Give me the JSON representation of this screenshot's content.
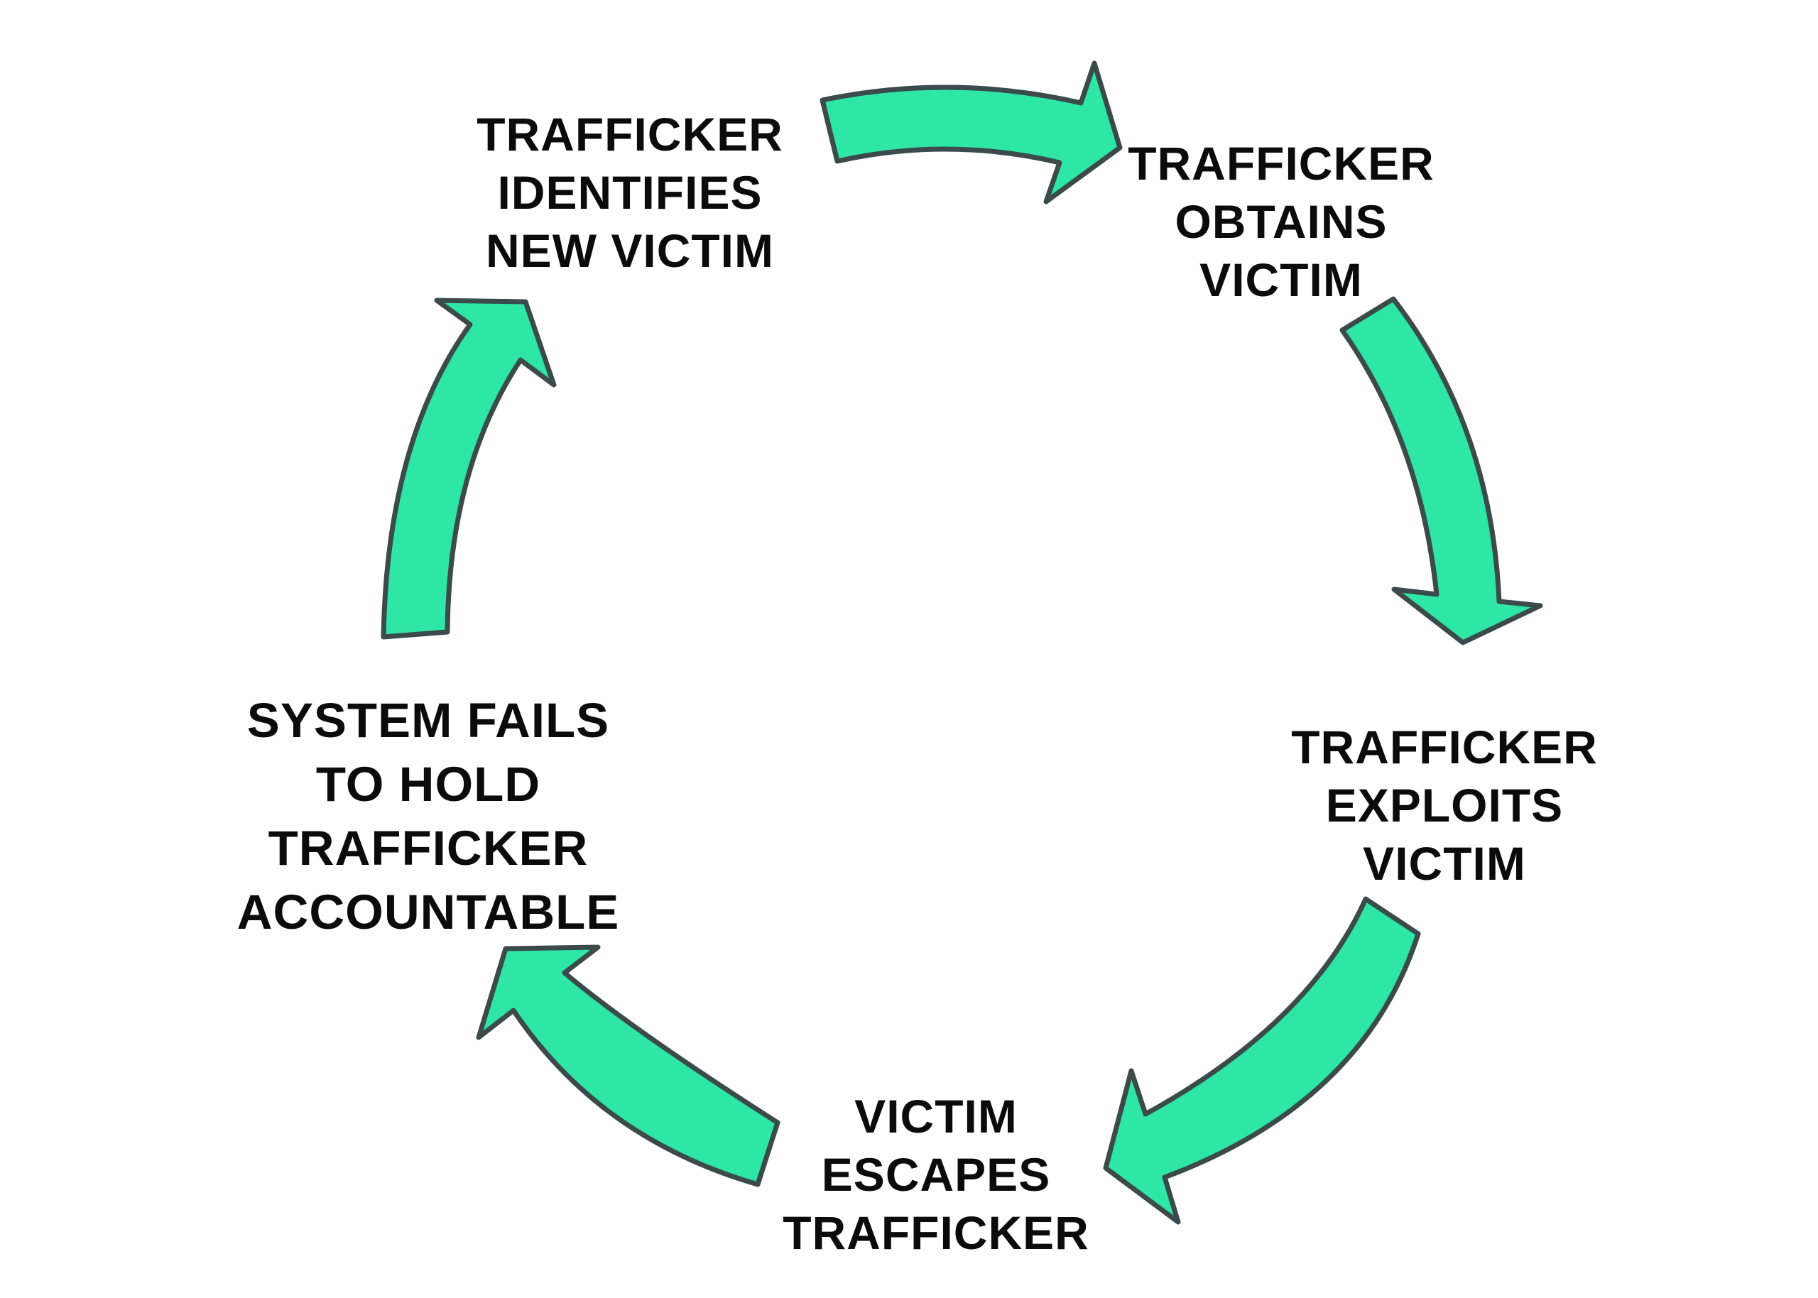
{
  "diagram": {
    "type": "cycle",
    "colors": {
      "arrow_fill": "#2EE6A6",
      "arrow_stroke": "#3B4A4A",
      "text": "#0b0b0b",
      "background": "#ffffff"
    },
    "steps": [
      {
        "id": "identifies",
        "lines": [
          "TRAFFICKER",
          "IDENTIFIES",
          "NEW VICTIM"
        ]
      },
      {
        "id": "obtains",
        "lines": [
          "TRAFFICKER",
          "OBTAINS",
          "VICTIM"
        ]
      },
      {
        "id": "exploits",
        "lines": [
          "TRAFFICKER",
          "EXPLOITS",
          "VICTIM"
        ]
      },
      {
        "id": "escapes",
        "lines": [
          "VICTIM",
          "ESCAPES",
          "TRAFFICKER"
        ]
      },
      {
        "id": "system-fails",
        "lines": [
          "SYSTEM FAILS",
          "TO HOLD",
          "TRAFFICKER",
          "ACCOUNTABLE"
        ]
      }
    ],
    "edges": [
      {
        "from": "identifies",
        "to": "obtains",
        "direction": "clockwise"
      },
      {
        "from": "obtains",
        "to": "exploits",
        "direction": "clockwise"
      },
      {
        "from": "exploits",
        "to": "escapes",
        "direction": "clockwise"
      },
      {
        "from": "escapes",
        "to": "system-fails",
        "direction": "clockwise"
      },
      {
        "from": "system-fails",
        "to": "identifies",
        "direction": "clockwise"
      }
    ]
  }
}
